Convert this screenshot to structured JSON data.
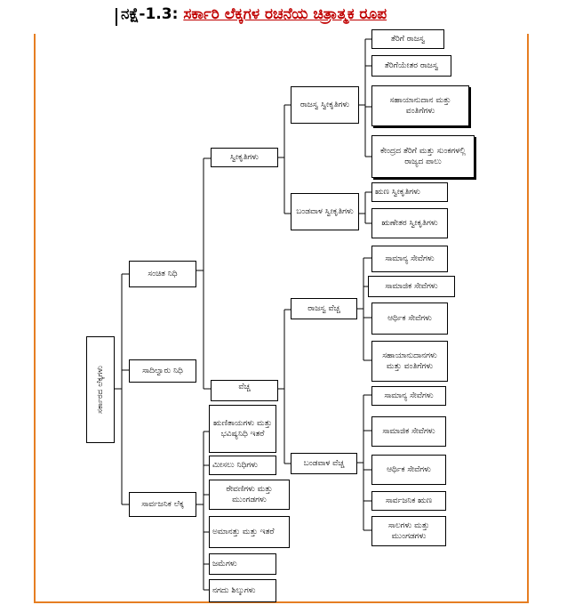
{
  "title": {
    "number": "ನಕ್ಷೆ-1.3:",
    "text": "ಸರ್ಕಾರಿ ಲೆಕ್ಕಗಳ ರಚನೆಯ ಚಿತ್ರಾತ್ಮಕ ರೂಪ"
  },
  "root": "ಸರ್ಕಾರದ ಲೆಕ್ಕಗಳು",
  "level1": {
    "consolidated_fund": "ಸಂಚಿತ ನಿಧಿ",
    "contingency_fund": "ಸಾದಿಲ್ವಾರು ನಿಧಿ",
    "public_account": "ಸಾರ್ವಜನಿಕ ಲೆಕ್ಕ"
  },
  "level2": {
    "receipts": "ಸ್ವೀಕೃತಿಗಳು",
    "expenditure": "ವೆಚ್ಚ",
    "public_items": [
      "ಋಣಿತಾಯಗಳು ಮತ್ತು ಭವಿಷ್ಯನಿಧಿ ಇತರೆ",
      "ಮೀಸಲು ನಿಧಿಗಳು",
      "ಠೇವಣಿಗಳು ಮತ್ತು ಮುಂಗಡಗಳು",
      "ಅಮಾನತ್ತು ಮತ್ತು ಇತರೆ",
      "ಜಮೆಗಳು",
      "ನಗದು ಶಿಲ್ಕುಗಳು"
    ]
  },
  "level3": {
    "revenue_receipts": "ರಾಜಸ್ವ ಸ್ವೀಕೃತಿಗಳು",
    "capital_receipts": "ಬಂಡವಾಳ ಸ್ವೀಕೃತಿಗಳು",
    "revenue_expenditure": "ರಾಜಸ್ವ ವೆಚ್ಚ",
    "capital_expenditure": "ಬಂಡವಾಳ ವೆಚ್ಚ"
  },
  "level4": {
    "revenue_receipts_items": [
      "ತೆರಿಗೆ ರಾಜಸ್ವ",
      "ತೆರಿಗೆಯೇತರ ರಾಜಸ್ವ",
      "ಸಹಾಯಾನುದಾನ ಮತ್ತು ವಂತಿಗೆಗಳು",
      "ಕೇಂದ್ರದ ತೆರಿಗೆ ಮತ್ತು ಸುಂಕಗಳಲ್ಲಿ ರಾಜ್ಯದ ಪಾಲು"
    ],
    "capital_receipts_items": [
      "ಋಣ ಸ್ವೀಕೃತಿಗಳು",
      "ಋಣೇತರ ಸ್ವೀಕೃತಿಗಳು"
    ],
    "revenue_expenditure_items": [
      "ಸಾಮಾನ್ಯ ಸೇವೆಗಳು",
      "ಸಾಮಾಜಿಕ ಸೇವೆಗಳು",
      "ಆರ್ಥಿಕ ಸೇವೆಗಳು",
      "ಸಹಾಯಾನುದಾನಗಳು ಮತ್ತು ವಂತಿಗೆಗಳು"
    ],
    "capital_expenditure_items": [
      "ಸಾಮಾನ್ಯ ಸೇವೆಗಳು",
      "ಸಾಮಾಜಿಕ ಸೇವೆಗಳು",
      "ಆರ್ಥಿಕ ಸೇವೆಗಳು",
      "ಸಾರ್ವಜನಿಕ ಋಣ",
      "ಸಾಲಗಳು ಮತ್ತು ಮುಂಗಡಗಳು"
    ]
  }
}
